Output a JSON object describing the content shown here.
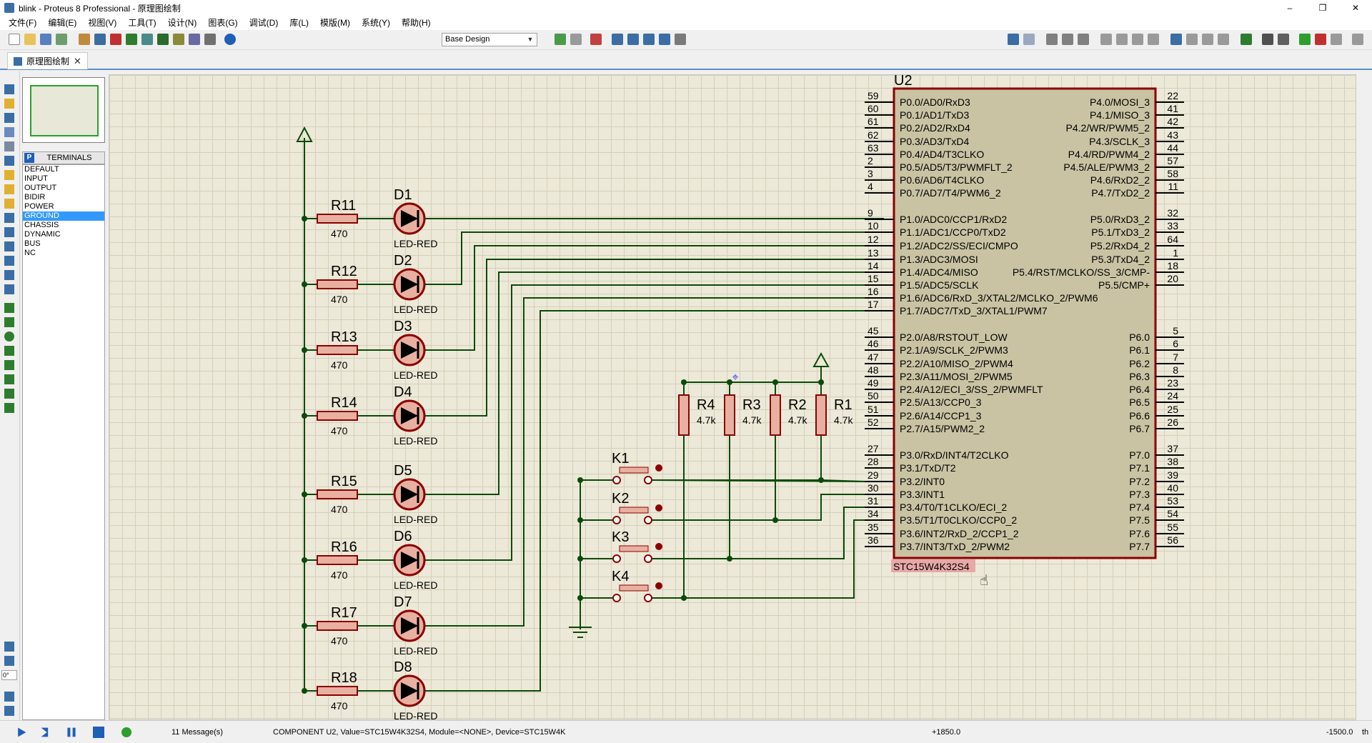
{
  "window": {
    "title": "blink - Proteus 8 Professional - 原理图绘制",
    "min": "–",
    "max": "❐",
    "close": "✕"
  },
  "menu": [
    "文件(F)",
    "编辑(E)",
    "视图(V)",
    "工具(T)",
    "设计(N)",
    "图表(G)",
    "调试(D)",
    "库(L)",
    "模版(M)",
    "系统(Y)",
    "帮助(H)"
  ],
  "toolbar": {
    "design_select": "Base Design"
  },
  "tab": {
    "label": "原理图绘制",
    "close": "✕"
  },
  "terminals": {
    "header": "TERMINALS",
    "pick": "P",
    "items": [
      "DEFAULT",
      "INPUT",
      "OUTPUT",
      "BIDIR",
      "POWER",
      "GROUND",
      "CHASSIS",
      "DYNAMIC",
      "BUS",
      "NC"
    ],
    "selected": "GROUND"
  },
  "rotation": "0°",
  "schematic": {
    "leds": [
      {
        "ref": "D1",
        "value": "LED-RED"
      },
      {
        "ref": "D2",
        "value": "LED-RED"
      },
      {
        "ref": "D3",
        "value": "LED-RED"
      },
      {
        "ref": "D4",
        "value": "LED-RED"
      },
      {
        "ref": "D5",
        "value": "LED-RED"
      },
      {
        "ref": "D6",
        "value": "LED-RED"
      },
      {
        "ref": "D7",
        "value": "LED-RED"
      },
      {
        "ref": "D8",
        "value": "LED-RED"
      }
    ],
    "led_resistors": [
      {
        "ref": "R11",
        "value": "470"
      },
      {
        "ref": "R12",
        "value": "470"
      },
      {
        "ref": "R13",
        "value": "470"
      },
      {
        "ref": "R14",
        "value": "470"
      },
      {
        "ref": "R15",
        "value": "470"
      },
      {
        "ref": "R16",
        "value": "470"
      },
      {
        "ref": "R17",
        "value": "470"
      },
      {
        "ref": "R18",
        "value": "470"
      }
    ],
    "pullups": [
      {
        "ref": "R4",
        "value": "4.7k"
      },
      {
        "ref": "R3",
        "value": "4.7k"
      },
      {
        "ref": "R2",
        "value": "4.7k"
      },
      {
        "ref": "R1",
        "value": "4.7k"
      }
    ],
    "keys": [
      "K1",
      "K2",
      "K3",
      "K4"
    ],
    "chip": {
      "ref": "U2",
      "part": "STC15W4K32S4",
      "left_pins": [
        {
          "num": "59",
          "name": "P0.0/AD0/RxD3"
        },
        {
          "num": "60",
          "name": "P0.1/AD1/TxD3"
        },
        {
          "num": "61",
          "name": "P0.2/AD2/RxD4"
        },
        {
          "num": "62",
          "name": "P0.3/AD3/TxD4"
        },
        {
          "num": "63",
          "name": "P0.4/AD4/T3CLKO"
        },
        {
          "num": "2",
          "name": "P0.5/AD5/T3/PWMFLT_2"
        },
        {
          "num": "3",
          "name": "P0.6/AD6/T4CLKO"
        },
        {
          "num": "4",
          "name": "P0.7/AD7/T4/PWM6_2"
        },
        {
          "num": "9",
          "name": "P1.0/ADC0/CCP1/RxD2"
        },
        {
          "num": "10",
          "name": "P1.1/ADC1/CCP0/TxD2"
        },
        {
          "num": "12",
          "name": "P1.2/ADC2/SS/ECI/CMPO"
        },
        {
          "num": "13",
          "name": "P1.3/ADC3/MOSI"
        },
        {
          "num": "14",
          "name": "P1.4/ADC4/MISO"
        },
        {
          "num": "15",
          "name": "P1.5/ADC5/SCLK"
        },
        {
          "num": "16",
          "name": "P1.6/ADC6/RxD_3/XTAL2/MCLKO_2/PWM6"
        },
        {
          "num": "17",
          "name": "P1.7/ADC7/TxD_3/XTAL1/PWM7"
        },
        {
          "num": "45",
          "name": "P2.0/A8/RSTOUT_LOW"
        },
        {
          "num": "46",
          "name": "P2.1/A9/SCLK_2/PWM3"
        },
        {
          "num": "47",
          "name": "P2.2/A10/MISO_2/PWM4"
        },
        {
          "num": "48",
          "name": "P2.3/A11/MOSI_2/PWM5"
        },
        {
          "num": "49",
          "name": "P2.4/A12/ECI_3/SS_2/PWMFLT"
        },
        {
          "num": "50",
          "name": "P2.5/A13/CCP0_3"
        },
        {
          "num": "51",
          "name": "P2.6/A14/CCP1_3"
        },
        {
          "num": "52",
          "name": "P2.7/A15/PWM2_2"
        },
        {
          "num": "27",
          "name": "P3.0/RxD/INT4/T2CLKO"
        },
        {
          "num": "28",
          "name": "P3.1/TxD/T2"
        },
        {
          "num": "29",
          "name": "P3.2/INT0"
        },
        {
          "num": "30",
          "name": "P3.3/INT1"
        },
        {
          "num": "31",
          "name": "P3.4/T0/T1CLKO/ECI_2"
        },
        {
          "num": "34",
          "name": "P3.5/T1/T0CLKO/CCP0_2"
        },
        {
          "num": "35",
          "name": "P3.6/INT2/RxD_2/CCP1_2"
        },
        {
          "num": "36",
          "name": "P3.7/INT3/TxD_2/PWM2"
        }
      ],
      "right_pins": [
        {
          "num": "22",
          "name": "P4.0/MOSI_3"
        },
        {
          "num": "41",
          "name": "P4.1/MISO_3"
        },
        {
          "num": "42",
          "name": "P4.2/WR/PWM5_2"
        },
        {
          "num": "43",
          "name": "P4.3/SCLK_3"
        },
        {
          "num": "44",
          "name": "P4.4/RD/PWM4_2"
        },
        {
          "num": "57",
          "name": "P4.5/ALE/PWM3_2"
        },
        {
          "num": "58",
          "name": "P4.6/RxD2_2"
        },
        {
          "num": "11",
          "name": "P4.7/TxD2_2"
        },
        {
          "num": "32",
          "name": "P5.0/RxD3_2"
        },
        {
          "num": "33",
          "name": "P5.1/TxD3_2"
        },
        {
          "num": "64",
          "name": "P5.2/RxD4_2"
        },
        {
          "num": "1",
          "name": "P5.3/TxD4_2"
        },
        {
          "num": "18",
          "name": "P5.4/RST/MCLKO/SS_3/CMP-"
        },
        {
          "num": "20",
          "name": "P5.5/CMP+"
        },
        {
          "num": "5",
          "name": "P6.0"
        },
        {
          "num": "6",
          "name": "P6.1"
        },
        {
          "num": "7",
          "name": "P6.2"
        },
        {
          "num": "8",
          "name": "P6.3"
        },
        {
          "num": "23",
          "name": "P6.4"
        },
        {
          "num": "24",
          "name": "P6.5"
        },
        {
          "num": "25",
          "name": "P6.6"
        },
        {
          "num": "26",
          "name": "P6.7"
        },
        {
          "num": "37",
          "name": "P7.0"
        },
        {
          "num": "38",
          "name": "P7.1"
        },
        {
          "num": "39",
          "name": "P7.2"
        },
        {
          "num": "40",
          "name": "P7.3"
        },
        {
          "num": "53",
          "name": "P7.4"
        },
        {
          "num": "54",
          "name": "P7.5"
        },
        {
          "num": "55",
          "name": "P7.6"
        },
        {
          "num": "56",
          "name": "P7.7"
        }
      ]
    }
  },
  "status": {
    "messages": "11 Message(s)",
    "component_info": "COMPONENT U2, Value=STC15W4K32S4, Module=<NONE>, Device=STC15W4K",
    "x_coord": "+1850.0",
    "y_coord": "-1500.0",
    "unit": "th"
  },
  "colors": {
    "wire": "#0b4a0b",
    "component": "#8b0000",
    "chip_fill": "#c9c3a3",
    "grid": "#ede9d8"
  }
}
